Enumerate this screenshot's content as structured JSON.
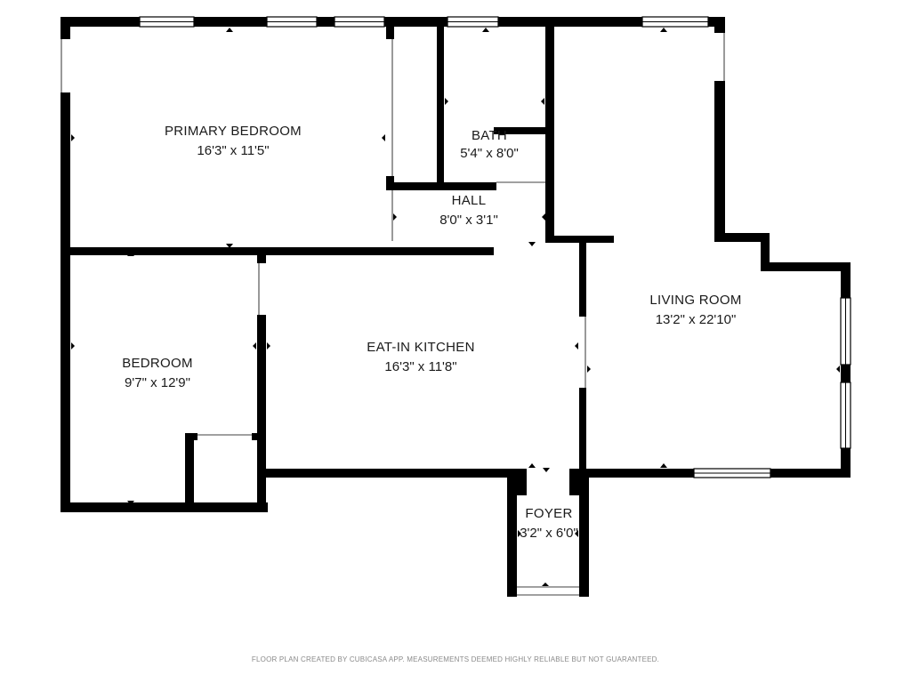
{
  "rooms": {
    "primary_bedroom": {
      "name": "PRIMARY BEDROOM",
      "dims": "16'3\" x 11'5\""
    },
    "bath": {
      "name": "BATH",
      "dims": "5'4\" x 8'0\""
    },
    "hall": {
      "name": "HALL",
      "dims": "8'0\" x 3'1\""
    },
    "bedroom": {
      "name": "BEDROOM",
      "dims": "9'7\" x 12'9\""
    },
    "eat_in_kitchen": {
      "name": "EAT-IN KITCHEN",
      "dims": "16'3\" x 11'8\""
    },
    "living_room": {
      "name": "LIVING ROOM",
      "dims": "13'2\" x 22'10\""
    },
    "foyer": {
      "name": "FOYER",
      "dims": "3'2\" x 6'0\""
    }
  },
  "footer": {
    "note": "FLOOR PLAN CREATED BY CUBICASA APP. MEASUREMENTS DEEMED HIGHLY RELIABLE BUT NOT GUARANTEED."
  },
  "colors": {
    "wall": "#000000",
    "background": "#ffffff",
    "label_text": "#1a1a1a",
    "footer_text": "#8a8a8a"
  }
}
